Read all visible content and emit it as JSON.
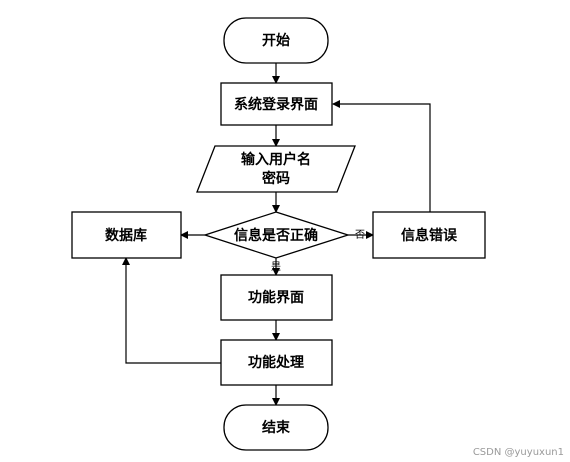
{
  "diagram": {
    "nodes": {
      "start": "开始",
      "login_screen": "系统登录界面",
      "input_line1": "输入用户名",
      "input_line2": "密码",
      "check": "信息是否正确",
      "database": "数据库",
      "info_error": "信息错误",
      "function_screen": "功能界面",
      "function_process": "功能处理",
      "end": "结束"
    },
    "edge_labels": {
      "no": "否",
      "yes": "是"
    }
  },
  "watermark": "CSDN @yuyuxun1"
}
